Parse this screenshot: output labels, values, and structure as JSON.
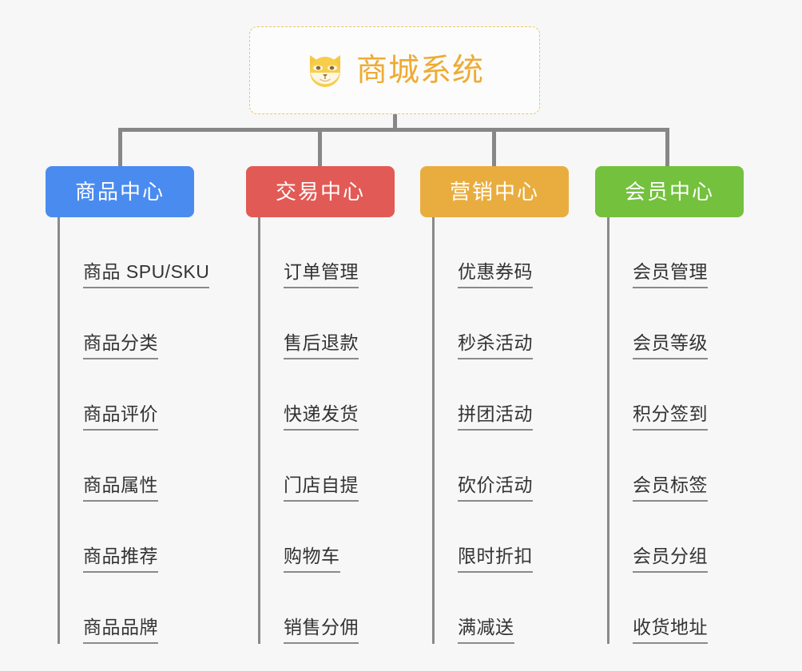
{
  "diagram": {
    "type": "org-tree",
    "background_color": "#f7f7f7",
    "root": {
      "title": "商城系统",
      "icon": "shiba-dog-icon",
      "title_color": "#eeab34",
      "border_color": "#f0c462"
    },
    "connector_color": "#878787",
    "columns": [
      {
        "label": "商品中心",
        "color": "#4a8bf0",
        "items": [
          "商品 SPU/SKU",
          "商品分类",
          "商品评价",
          "商品属性",
          "商品推荐",
          "商品品牌"
        ]
      },
      {
        "label": "交易中心",
        "color": "#e25a55",
        "items": [
          "订单管理",
          "售后退款",
          "快递发货",
          "门店自提",
          "购物车",
          "销售分佣"
        ]
      },
      {
        "label": "营销中心",
        "color": "#e9ad3f",
        "items": [
          "优惠券码",
          "秒杀活动",
          "拼团活动",
          "砍价活动",
          "限时折扣",
          "满减送"
        ]
      },
      {
        "label": "会员中心",
        "color": "#73c13d",
        "items": [
          "会员管理",
          "会员等级",
          "积分签到",
          "会员标签",
          "会员分组",
          "收货地址"
        ]
      }
    ]
  }
}
